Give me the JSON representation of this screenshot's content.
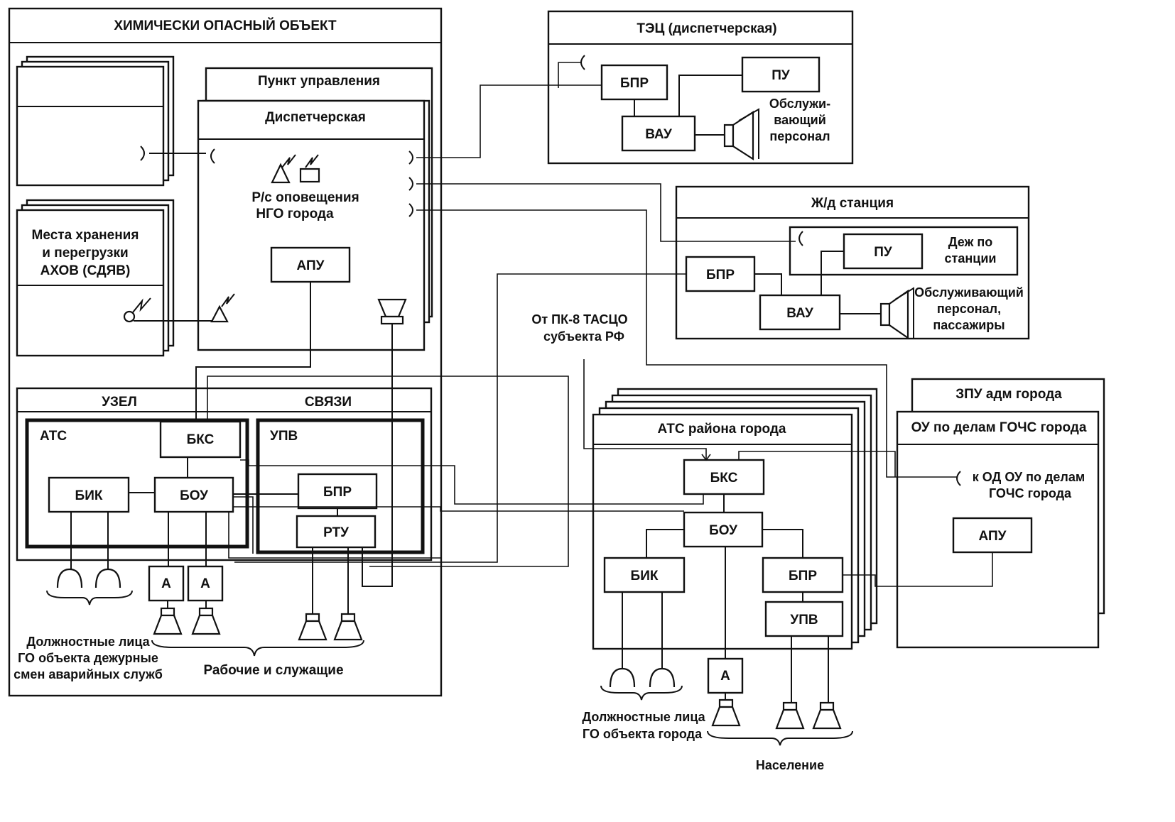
{
  "chem_object": {
    "title": "ХИМИЧЕСКИ ОПАСНЫЙ ОБЪЕКТ",
    "control_point": "Пункт управления",
    "dispatch": "Диспетчерская",
    "radio_station": [
      "Р/с оповещения",
      "НГО города"
    ],
    "apu": "АПУ",
    "storage": [
      "Места хранения",
      "и перегрузки",
      "АХОВ (СДЯВ)"
    ],
    "node_left": "УЗЕЛ",
    "node_right": "СВЯЗИ",
    "ats": "АТС",
    "upv": "УПВ",
    "bks": "БКС",
    "bik": "БИК",
    "bou": "БОУ",
    "bpr": "БПР",
    "rtu": "РТУ",
    "amp": "А",
    "officials": [
      "Должностные лица",
      "ГО объекта  дежурные",
      "смен аварийных служб"
    ],
    "workers": "Рабочие и служащие"
  },
  "tets": {
    "title": "ТЭЦ (диспетчерская)",
    "bpr": "БПР",
    "pu": "ПУ",
    "vau": "ВАУ",
    "staff": [
      "Обслужи-",
      "вающий",
      "персонал"
    ]
  },
  "rail": {
    "title": "Ж/д станция",
    "bpr": "БПР",
    "pu": "ПУ",
    "duty": [
      "Деж  по",
      "станции"
    ],
    "vau": "ВАУ",
    "staff": [
      "Обслуживающий",
      "персонал,",
      "пассажиры"
    ]
  },
  "from_pk": [
    "От ПК-8 ТАСЦО",
    "субъекта РФ"
  ],
  "city_ats": {
    "title": "АТС района города",
    "bks": "БКС",
    "bou": "БОУ",
    "bik": "БИК",
    "bpr": "БПР",
    "upv": "УПВ",
    "amp": "А",
    "officials": [
      "Должностные лица",
      "ГО объекта  города"
    ],
    "population": "Население"
  },
  "zpu": {
    "title": "ЗПУ адм  города",
    "ou": "ОУ  по делам ГОЧС города",
    "to_od": [
      "к ОД ОУ по делам",
      "ГОЧС города"
    ],
    "apu": "АПУ"
  }
}
